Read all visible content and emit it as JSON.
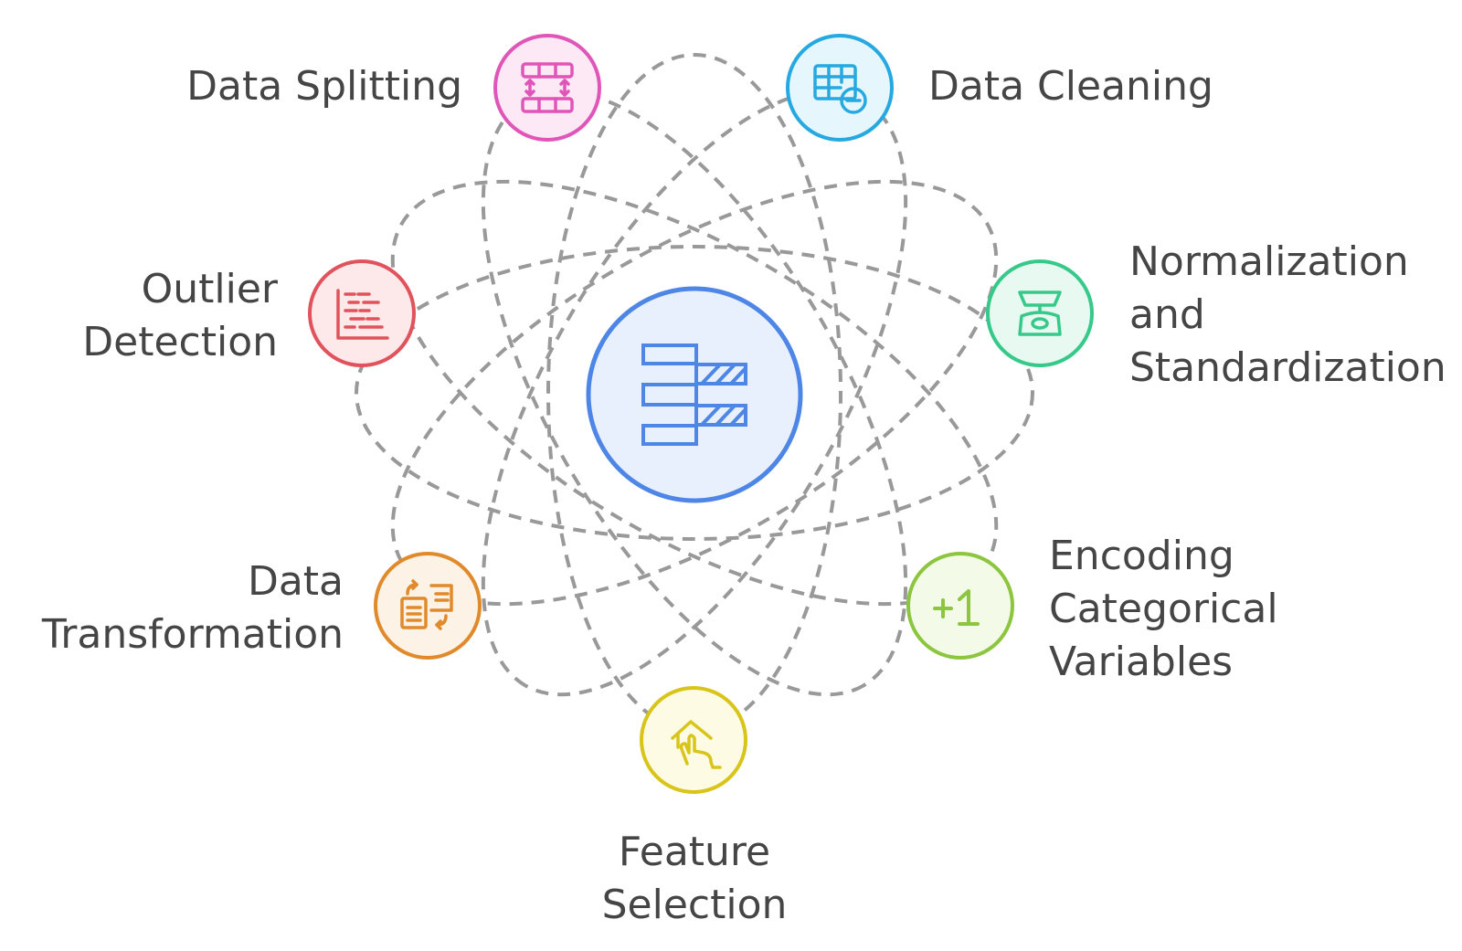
{
  "center": {
    "icon": "stacked-bars-icon",
    "color": "#4d86e5",
    "fill": "#e8f0fd"
  },
  "nodes": [
    {
      "id": "data-splitting",
      "label_lines": [
        "Data Splitting"
      ],
      "icon": "table-split-icon",
      "color": "#e055b8",
      "fill": "#fde8f6"
    },
    {
      "id": "data-cleaning",
      "label_lines": [
        "Data Cleaning"
      ],
      "icon": "table-minus-icon",
      "color": "#26a9e0",
      "fill": "#e6f6fd"
    },
    {
      "id": "normalization",
      "label_lines": [
        "Normalization",
        "and",
        "Standardization"
      ],
      "icon": "scale-icon",
      "color": "#36c98a",
      "fill": "#e7f9f0"
    },
    {
      "id": "encoding",
      "label_lines": [
        "Encoding",
        "Categorical",
        "Variables"
      ],
      "icon": "plus-one-icon",
      "color": "#8cc63f",
      "fill": "#f3fae8"
    },
    {
      "id": "feature-selection",
      "label_lines": [
        "Feature",
        "Selection"
      ],
      "icon": "hand-house-icon",
      "color": "#d9c41a",
      "fill": "#fdfbe4"
    },
    {
      "id": "data-transformation",
      "label_lines": [
        "Data",
        "Transformation"
      ],
      "icon": "documents-swap-icon",
      "color": "#e08a2b",
      "fill": "#fdf2e6"
    },
    {
      "id": "outlier-detection",
      "label_lines": [
        "Outlier",
        "Detection"
      ],
      "icon": "scatter-chart-icon",
      "color": "#e0535c",
      "fill": "#fde8ea"
    }
  ],
  "orbit_color": "#999999"
}
